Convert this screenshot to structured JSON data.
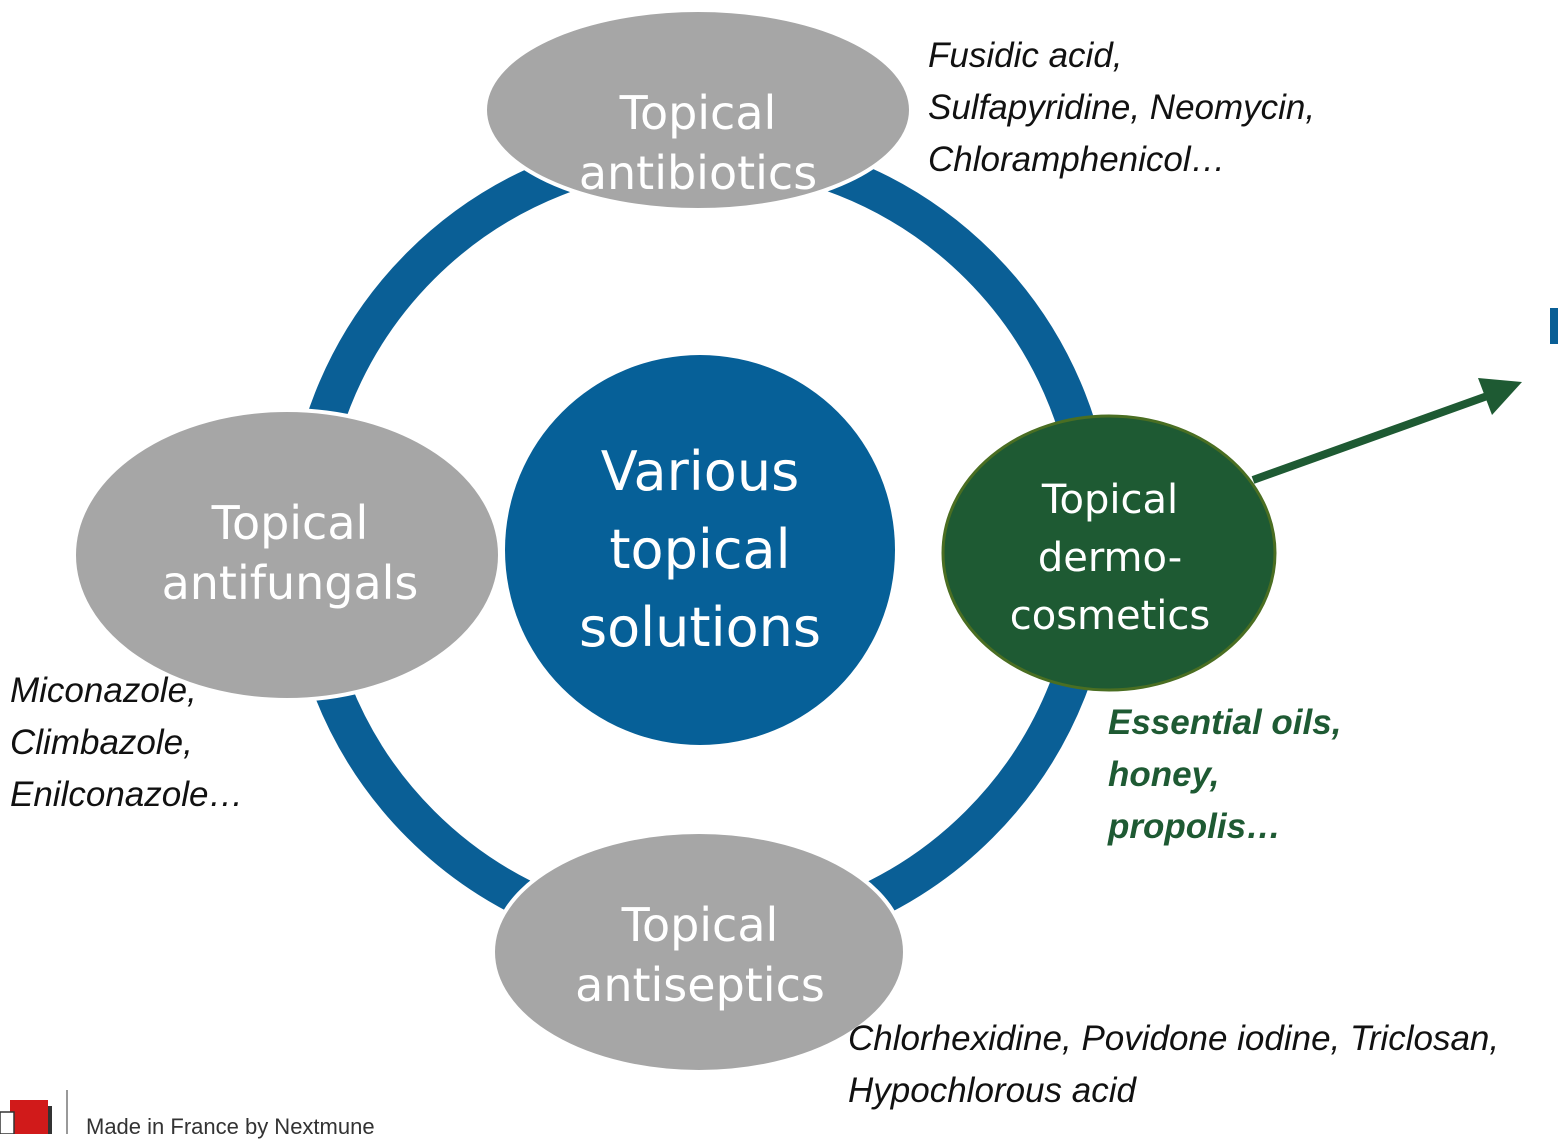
{
  "colors": {
    "ring": "#0a5f96",
    "center_circle": "#066098",
    "gray_node": "#a6a6a6",
    "green_node": "#1e5a33",
    "green_text": "#1e5a33",
    "logo_red": "#d11a1a"
  },
  "center": {
    "lines": [
      "Various",
      "topical",
      "solutions"
    ]
  },
  "nodes": {
    "top": {
      "lines": [
        "Topical",
        "antibiotics"
      ],
      "examples": [
        "Fusidic acid,",
        "Sulfapyridine, Neomycin,",
        "Chloramphenicol…"
      ]
    },
    "left": {
      "lines": [
        "Topical",
        "antifungals"
      ],
      "examples": [
        "Miconazole,",
        "Climbazole,",
        "Enilconazole…"
      ]
    },
    "bottom": {
      "lines": [
        "Topical",
        "antiseptics"
      ],
      "examples": [
        "Chlorhexidine, Povidone iodine, Triclosan,",
        "Hypochlorous acid"
      ]
    },
    "right": {
      "lines": [
        "Topical",
        "dermo-",
        "cosmetics"
      ],
      "examples": [
        "Essential oils,",
        "honey,",
        "propolis…"
      ]
    }
  },
  "footer": {
    "text": "Made in France by Nextmune",
    "logo_icon": "nextmune-logo-icon"
  }
}
